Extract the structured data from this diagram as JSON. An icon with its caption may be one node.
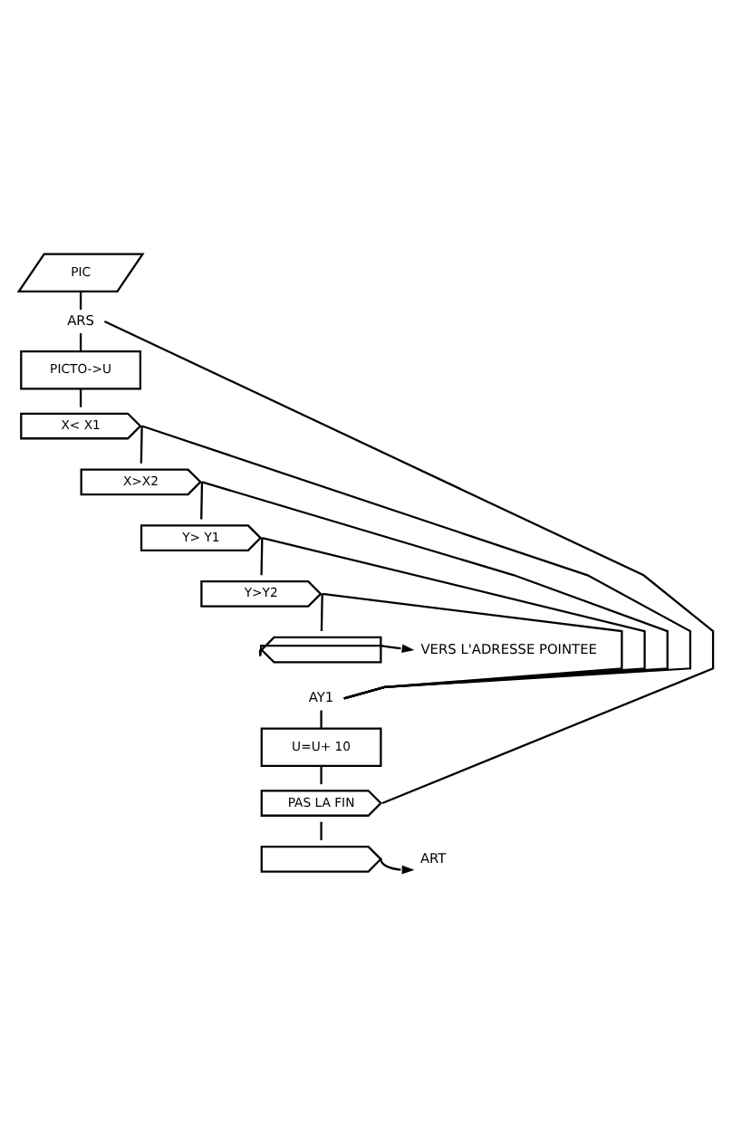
{
  "diagram": {
    "nodes": [
      {
        "text": [
          "PIC"
        ]
      },
      {
        "text": [
          "ARS"
        ]
      },
      {
        "text": [
          "PICTO->U"
        ]
      },
      {
        "text": [
          "X< X1"
        ]
      },
      {
        "text": [
          "X>X2"
        ]
      },
      {
        "text": [
          "Y> Y1"
        ]
      },
      {
        "text": [
          "Y>Y2"
        ]
      },
      {
        "text": [],
        "shape": "pentagon"
      },
      {
        "text": [
          "VERS L'ADRESSE POINTEE"
        ]
      },
      {
        "text": [
          "AY1"
        ]
      },
      {
        "text": [
          "U=U+ 10"
        ]
      },
      {
        "text": [
          "PAS LA FIN"
        ]
      },
      {
        "text": [],
        "shape": "pentagon"
      },
      {
        "text": [
          "ART"
        ]
      }
    ],
    "edges": [
      {
        "from": 0,
        "to": 1,
        "arrow": "none"
      },
      {
        "from": 1,
        "to": 2,
        "arrow": "none"
      },
      {
        "from": 2,
        "to": 3,
        "arrow": "none"
      },
      {
        "from": 3,
        "to": 4,
        "arrow": "none"
      },
      {
        "from": 4,
        "to": 5,
        "arrow": "none"
      },
      {
        "from": 5,
        "to": 6,
        "arrow": "none"
      },
      {
        "from": 6,
        "to": 7,
        "arrow": "none"
      },
      {
        "from": 7,
        "to": 8,
        "arrow": "to"
      },
      {
        "from": 3,
        "to": 9,
        "arrow": "none"
      },
      {
        "from": 4,
        "to": 9,
        "arrow": "none"
      },
      {
        "from": 5,
        "to": 9,
        "arrow": "none"
      },
      {
        "from": 6,
        "to": 9,
        "arrow": "none"
      },
      {
        "from": 9,
        "to": 10,
        "arrow": "none"
      },
      {
        "from": 10,
        "to": 11,
        "arrow": "none"
      },
      {
        "from": 11,
        "to": 1,
        "arrow": "none"
      },
      {
        "from": 11,
        "to": 12,
        "arrow": "none"
      },
      {
        "from": 12,
        "to": 13,
        "arrow": "to"
      }
    ]
  }
}
